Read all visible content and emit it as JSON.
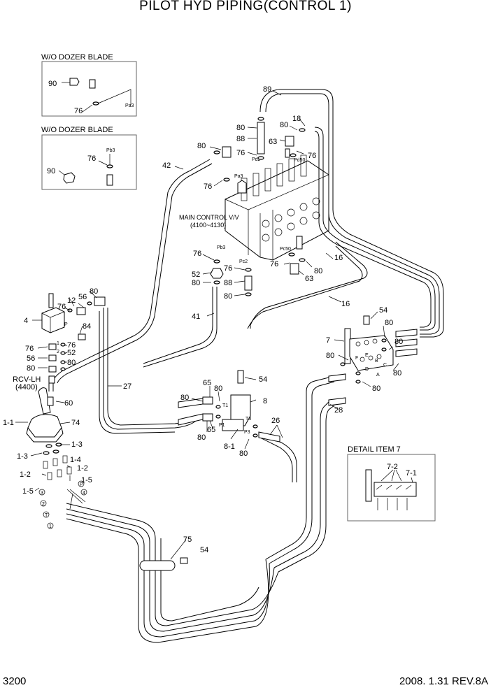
{
  "page": {
    "title": "PILOT HYD PIPING(CONTROL 1)",
    "page_number": "3200",
    "revision": "2008. 1.31  REV.8A"
  },
  "insets": {
    "inset1_title": "W/O DOZER BLADE",
    "inset2_title": "W/O DOZER BLADE",
    "inset3_title": "DETAIL ITEM 7"
  },
  "labels": {
    "main_control_valve": "MAIN CONTROL V/V",
    "main_control_range": "(4100~4130)",
    "rcv": "RCV-LH",
    "rcv_code": "(4400)",
    "p_90": "90",
    "p_76": "76",
    "p_pa3": "Pa3",
    "p_pb3": "Pb3",
    "p_89": "89",
    "p_18": "18",
    "p_88": "88",
    "p_80": "80",
    "p_63": "63",
    "p_42": "42",
    "p_pd2": "Pd2",
    "p_pd50": "Pd50",
    "p_pc2": "Pc2",
    "p_pc50": "Pc50",
    "p_16": "16",
    "p_52": "52",
    "p_41": "41",
    "p_54": "54",
    "p_7": "7",
    "p_12": "12",
    "p_56": "56",
    "p_84": "84",
    "p_4": "4",
    "p_27": "27",
    "p_60": "60",
    "p_74": "74",
    "p_1_1": "1-1",
    "p_1_2": "1-2",
    "p_1_3": "1-3",
    "p_1_4": "1-4",
    "p_1_5": "1-5",
    "p_65": "65",
    "p_8": "8",
    "p_8_1": "8-1",
    "p_26": "26",
    "p_28": "28",
    "p_75": "75",
    "p_7_1": "7-1",
    "p_7_2": "7-2",
    "p_t1": "T1",
    "p_t3": "T3",
    "p_p1": "P1",
    "p_p3": "P3",
    "p_p": "P",
    "p_a": "A",
    "p_b": "B",
    "p_c": "C",
    "p_d": "D",
    "p_e": "E",
    "p_f": "F",
    "p_c1": "1",
    "p_c2": "2",
    "p_c3": "3",
    "p_c4": "4",
    "p_cp": "P",
    "p_ct": "T"
  }
}
